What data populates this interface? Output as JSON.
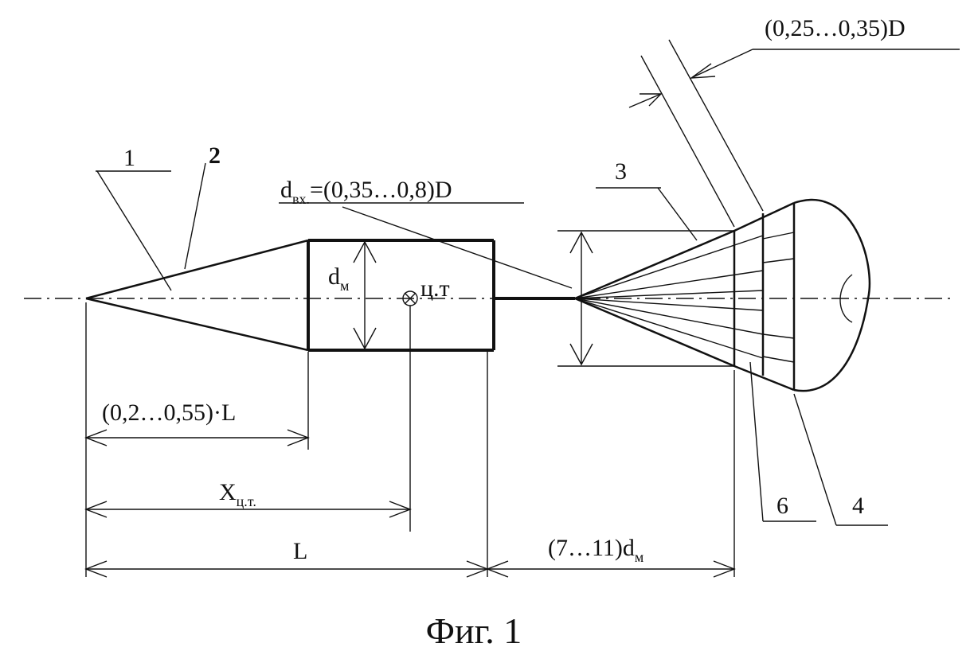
{
  "labels": {
    "callout_1": "1",
    "callout_2": "2",
    "callout_3": "3",
    "callout_4": "4",
    "callout_6": "6",
    "d_inlet_main": "d",
    "d_inlet_sub": "вх.",
    "d_inlet_value": "=(0,35…0,8)D",
    "d_m_main": "d",
    "d_m_sub": "м",
    "cg_label": "ц.т",
    "thickness_dim": "(0,25…0,35)D",
    "nose_dim": "(0,2…0,55)·L",
    "xcg_main": "X",
    "xcg_sub": "ц.т.",
    "length_dim": "L",
    "sling_main": "(7…11)d",
    "sling_sub": "м"
  },
  "caption": "Фиг. 1"
}
